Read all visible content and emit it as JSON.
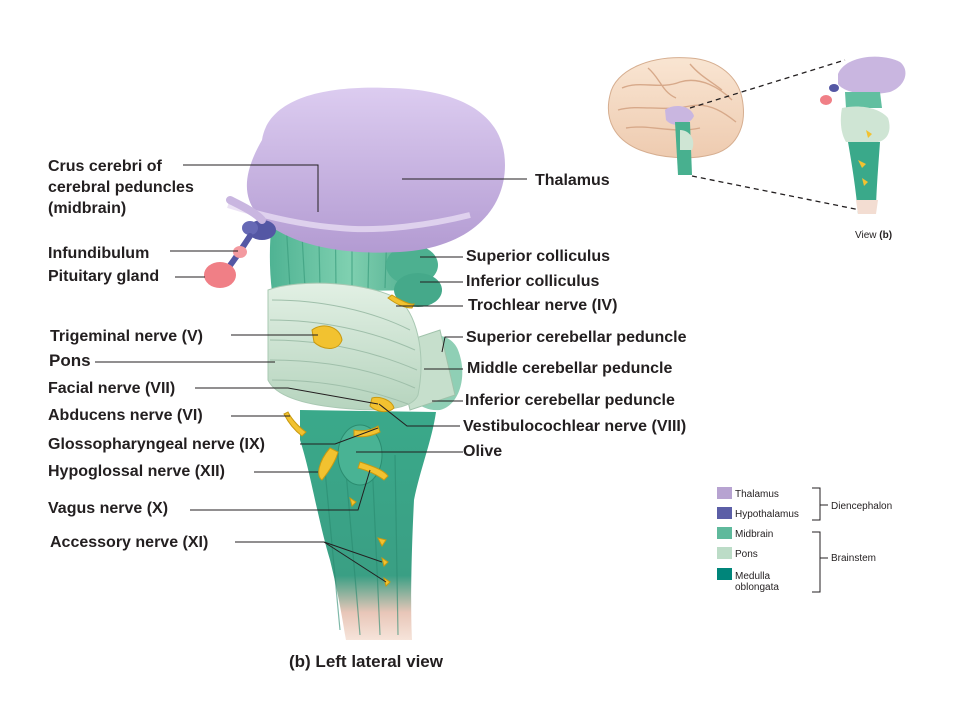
{
  "labels": {
    "crus_cerebri": "Crus cerebri of cerebral peduncles (midbrain)",
    "thalamus": "Thalamus",
    "infundibulum": "Infundibulum",
    "pituitary": "Pituitary gland",
    "superior_colliculus": "Superior colliculus",
    "inferior_colliculus": "Inferior colliculus",
    "trochlear": "Trochlear nerve (IV)",
    "trigeminal": "Trigeminal nerve (V)",
    "superior_cerebellar_peduncle": "Superior cerebellar peduncle",
    "pons": "Pons",
    "middle_cerebellar_peduncle": "Middle cerebellar peduncle",
    "facial": "Facial nerve (VII)",
    "inferior_cerebellar_peduncle": "Inferior cerebellar peduncle",
    "abducens": "Abducens nerve (VI)",
    "vestibulocochlear": "Vestibulocochlear nerve (VIII)",
    "glossopharyngeal": "Glossopharyngeal nerve (IX)",
    "olive": "Olive",
    "hypoglossal": "Hypoglossal nerve (XII)",
    "vagus": "Vagus nerve (X)",
    "accessory": "Accessory nerve (XI)"
  },
  "caption": "(b) Left lateral view",
  "inset": {
    "view_label": "View ",
    "view_ref": "(b)"
  },
  "legend": {
    "items": [
      {
        "label": "Thalamus",
        "color": "#b7a3d1"
      },
      {
        "label": "Hypothalamus",
        "color": "#5b5ea6"
      },
      {
        "label": "Midbrain",
        "color": "#5fb99c"
      },
      {
        "label": "Pons",
        "color": "#bcdcc7"
      },
      {
        "label": "Medulla oblongata",
        "color": "#00857a"
      }
    ],
    "groups": {
      "diencephalon": "Diencephalon",
      "brainstem": "Brainstem"
    }
  },
  "colors": {
    "thalamus": "#c9b6e0",
    "midbrain": "#62bfa0",
    "pons": "#cfe5d4",
    "medulla": "#2ea386",
    "nerve": "#f2c230",
    "pituitary": "#f07f86",
    "hypothalamus": "#5457a4",
    "leader": "#231f20"
  }
}
